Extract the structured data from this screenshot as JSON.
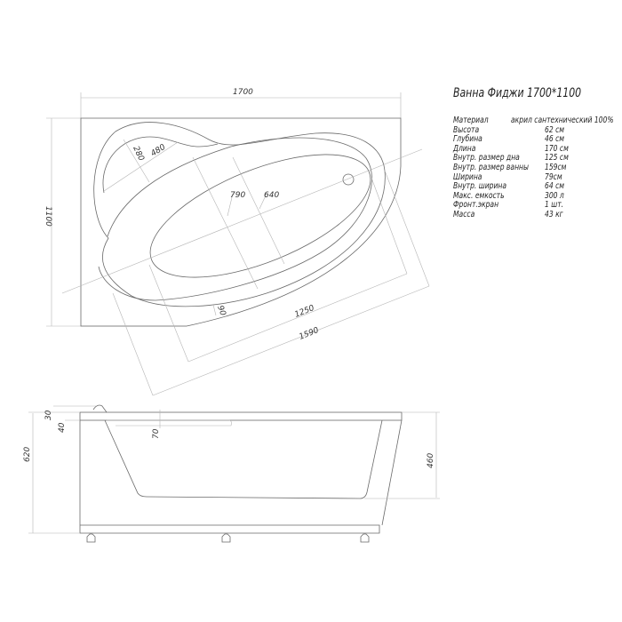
{
  "title": "Ванна Фиджи 1700*1100",
  "specs": [
    {
      "label": "Материал",
      "value": "акрил сантехнический 100%"
    },
    {
      "label": "Высота",
      "value": "62 см"
    },
    {
      "label": "Глубина",
      "value": "46 см"
    },
    {
      "label": "Длина",
      "value": "170 см"
    },
    {
      "label": "Внутр. размер дна",
      "value": "125 см"
    },
    {
      "label": "Внутр. размер ванны",
      "value": "159см"
    },
    {
      "label": "Ширина",
      "value": "79см"
    },
    {
      "label": "Внутр. ширина",
      "value": "64 см"
    },
    {
      "label": "Макс. емкость",
      "value": "300 л"
    },
    {
      "label": "Фронт.экран",
      "value": "1 шт."
    },
    {
      "label": "Масса",
      "value": "43 кг"
    }
  ],
  "top_view": {
    "length": "1700",
    "width": "1100",
    "d280": "280",
    "d480": "480",
    "d790": "790",
    "d640": "640",
    "d90": "90",
    "d1250": "1250",
    "d1590": "1590"
  },
  "side_view": {
    "height": "620",
    "d30": "30",
    "d40": "40",
    "d70": "70",
    "depth": "460"
  }
}
